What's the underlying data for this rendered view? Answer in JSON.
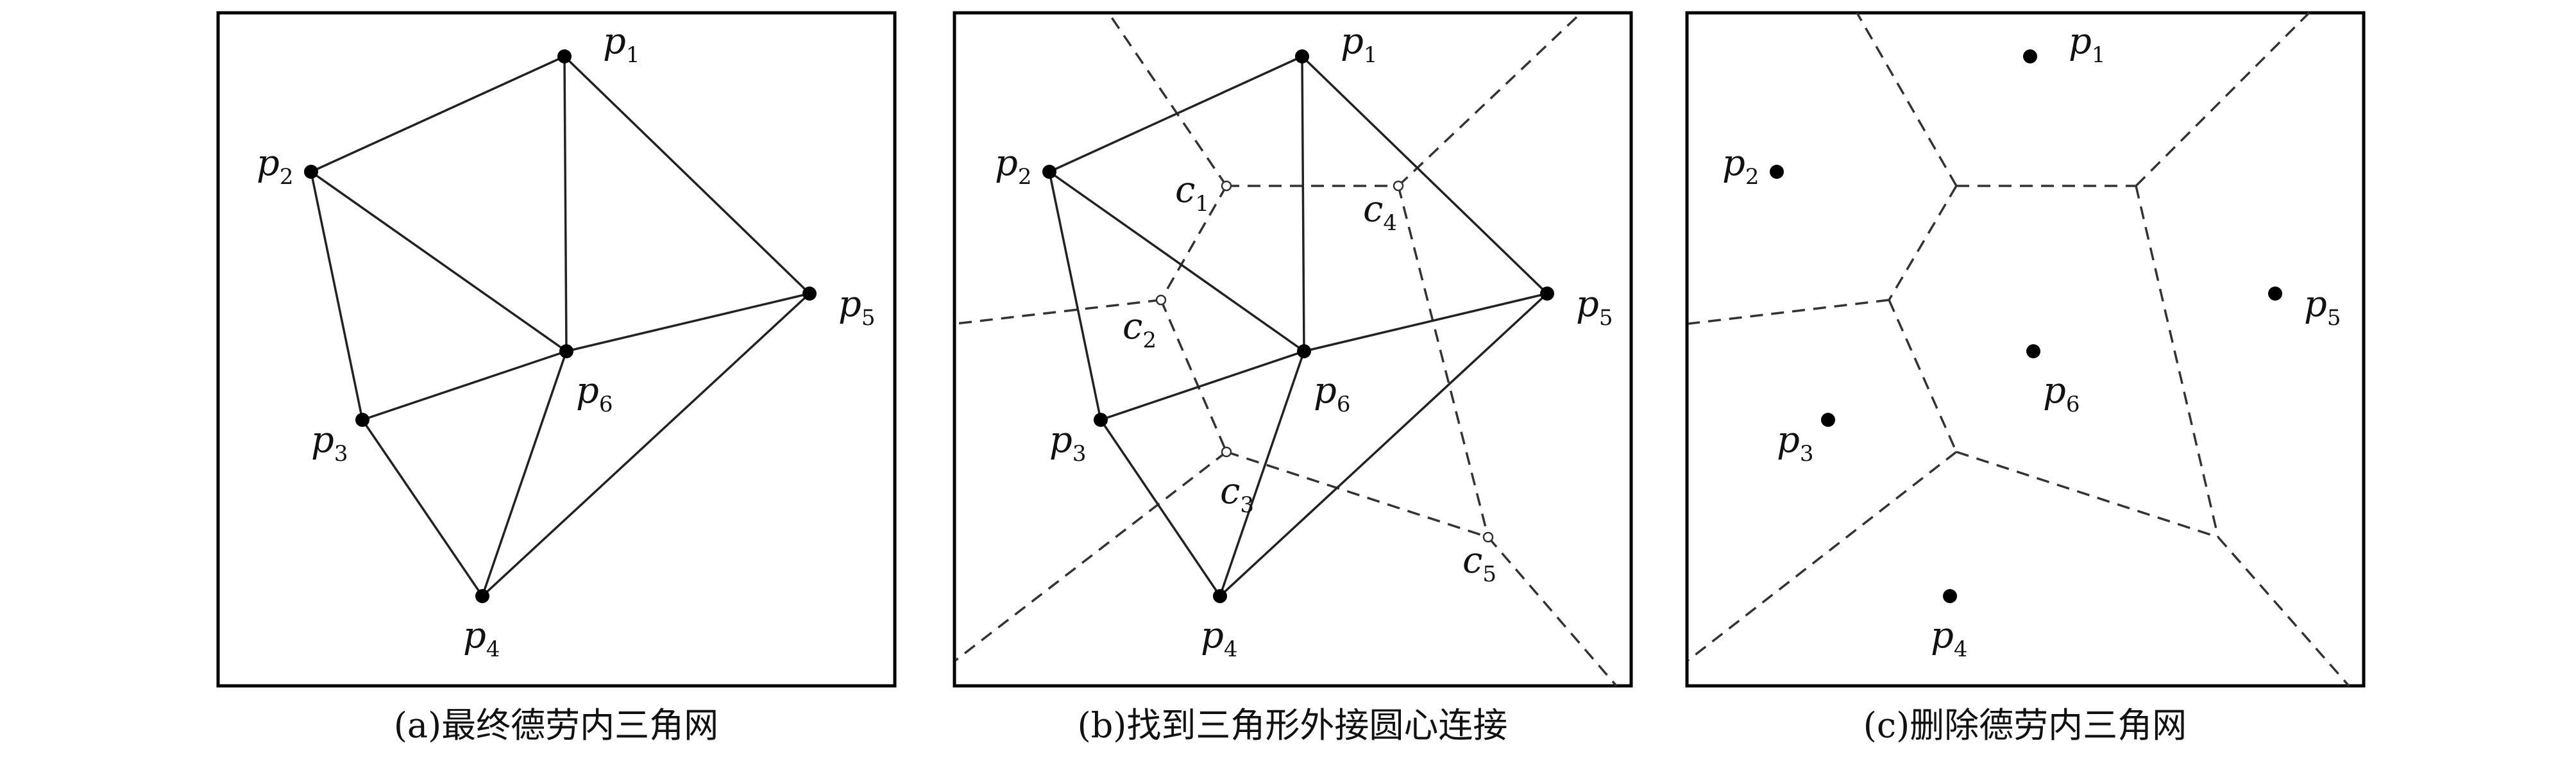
{
  "panels": [
    {
      "id": "a",
      "caption": "(a)最终德劳内三角网",
      "points": [
        {
          "letter": "p",
          "sub": "1"
        },
        {
          "letter": "p",
          "sub": "2"
        },
        {
          "letter": "p",
          "sub": "3"
        },
        {
          "letter": "p",
          "sub": "4"
        },
        {
          "letter": "p",
          "sub": "5"
        },
        {
          "letter": "p",
          "sub": "6"
        }
      ],
      "circumcenters": []
    },
    {
      "id": "b",
      "caption": "(b)找到三角形外接圆心连接",
      "points": [
        {
          "letter": "p",
          "sub": "1"
        },
        {
          "letter": "p",
          "sub": "2"
        },
        {
          "letter": "p",
          "sub": "3"
        },
        {
          "letter": "p",
          "sub": "4"
        },
        {
          "letter": "p",
          "sub": "5"
        },
        {
          "letter": "p",
          "sub": "6"
        }
      ],
      "circumcenters": [
        {
          "letter": "c",
          "sub": "1"
        },
        {
          "letter": "c",
          "sub": "2"
        },
        {
          "letter": "c",
          "sub": "3"
        },
        {
          "letter": "c",
          "sub": "4"
        },
        {
          "letter": "c",
          "sub": "5"
        }
      ]
    },
    {
      "id": "c",
      "caption": "(c)删除德劳内三角网",
      "points": [
        {
          "letter": "p",
          "sub": "1"
        },
        {
          "letter": "p",
          "sub": "2"
        },
        {
          "letter": "p",
          "sub": "3"
        },
        {
          "letter": "p",
          "sub": "4"
        },
        {
          "letter": "p",
          "sub": "5"
        },
        {
          "letter": "p",
          "sub": "6"
        }
      ],
      "circumcenters": []
    }
  ]
}
